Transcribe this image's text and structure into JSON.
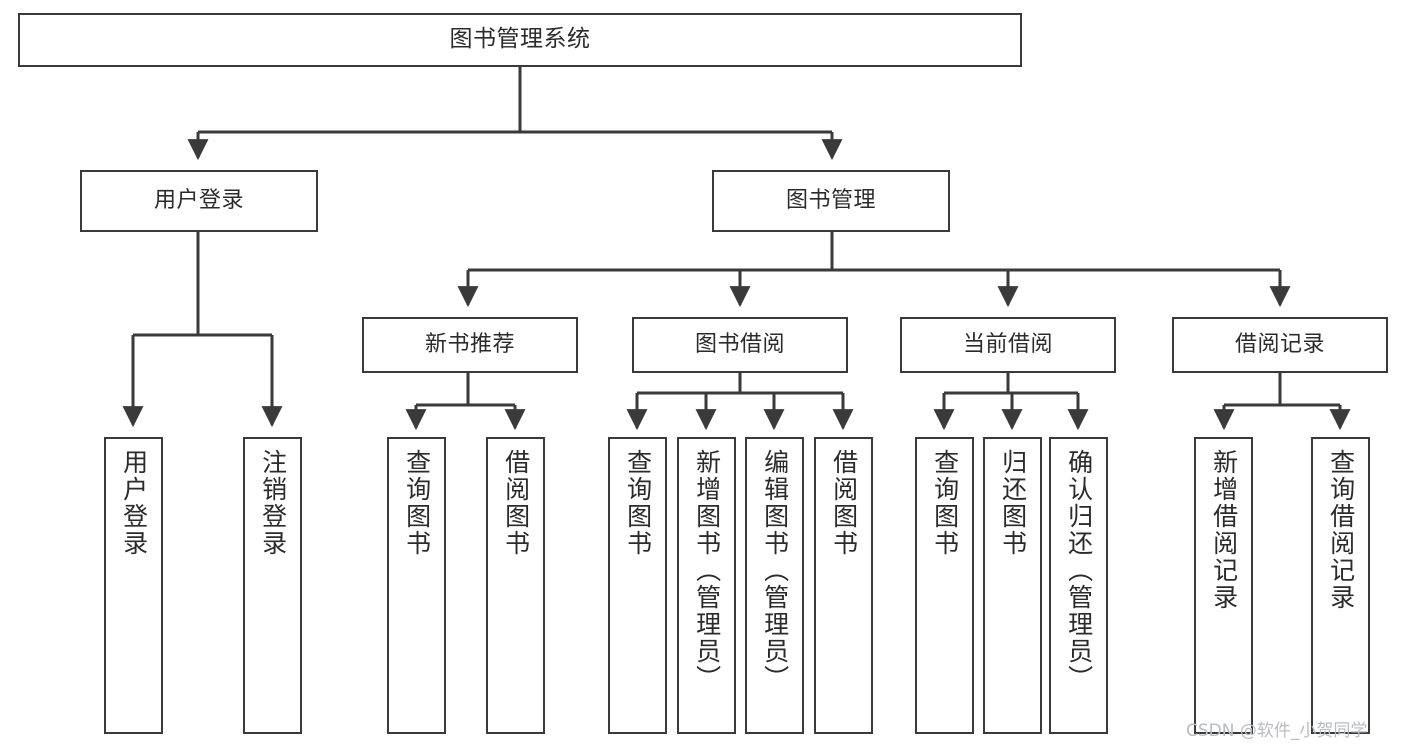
{
  "diagram": {
    "title": "图书管理系统",
    "type": "tree",
    "stroke_color": "#3a3a3a",
    "text_color": "#2b2b2b",
    "background": "#ffffff"
  },
  "nodes": {
    "root": {
      "label": "图书管理系统"
    },
    "level2": [
      {
        "label": "用户登录"
      },
      {
        "label": "图书管理"
      }
    ],
    "level3": [
      {
        "label": "新书推荐"
      },
      {
        "label": "图书借阅"
      },
      {
        "label": "当前借阅"
      },
      {
        "label": "借阅记录"
      }
    ],
    "leaves_user_login": [
      {
        "label": "用户登录"
      },
      {
        "label": "注销登录"
      }
    ],
    "leaves_new_book": [
      {
        "label": "查询图书"
      },
      {
        "label": "借阅图书"
      }
    ],
    "leaves_borrow": [
      {
        "label": "查询图书"
      },
      {
        "label": "新增图书（管理员）"
      },
      {
        "label": "编辑图书（管理员）"
      },
      {
        "label": "借阅图书"
      }
    ],
    "leaves_current": [
      {
        "label": "查询图书"
      },
      {
        "label": "归还图书"
      },
      {
        "label": "确认归还（管理员）"
      }
    ],
    "leaves_records": [
      {
        "label": "新增借阅记录"
      },
      {
        "label": "查询借阅记录"
      }
    ]
  },
  "watermark": {
    "text": "CSDN @软件_小贺同学",
    "color": "#b9bcc2"
  }
}
